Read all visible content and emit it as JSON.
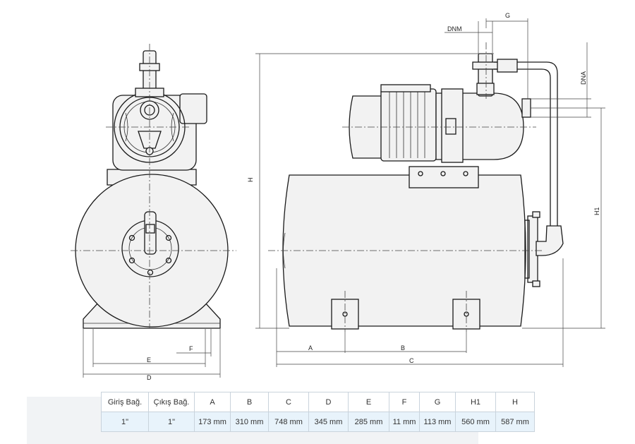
{
  "dimension_labels": {
    "dnm": "DNM",
    "g": "G",
    "dna": "DNA",
    "h": "H",
    "h1": "H1",
    "a": "A",
    "b": "B",
    "c": "C",
    "d": "D",
    "e": "E",
    "f": "F"
  },
  "spec_table": {
    "headers": [
      "Giriş Bağ.",
      "Çıkış Bağ.",
      "A",
      "B",
      "C",
      "D",
      "E",
      "F",
      "G",
      "H1",
      "H"
    ],
    "values": [
      "1\"",
      "1\"",
      "173 mm",
      "310 mm",
      "748 mm",
      "345 mm",
      "285 mm",
      "11 mm",
      "113 mm",
      "560 mm",
      "587 mm"
    ]
  }
}
